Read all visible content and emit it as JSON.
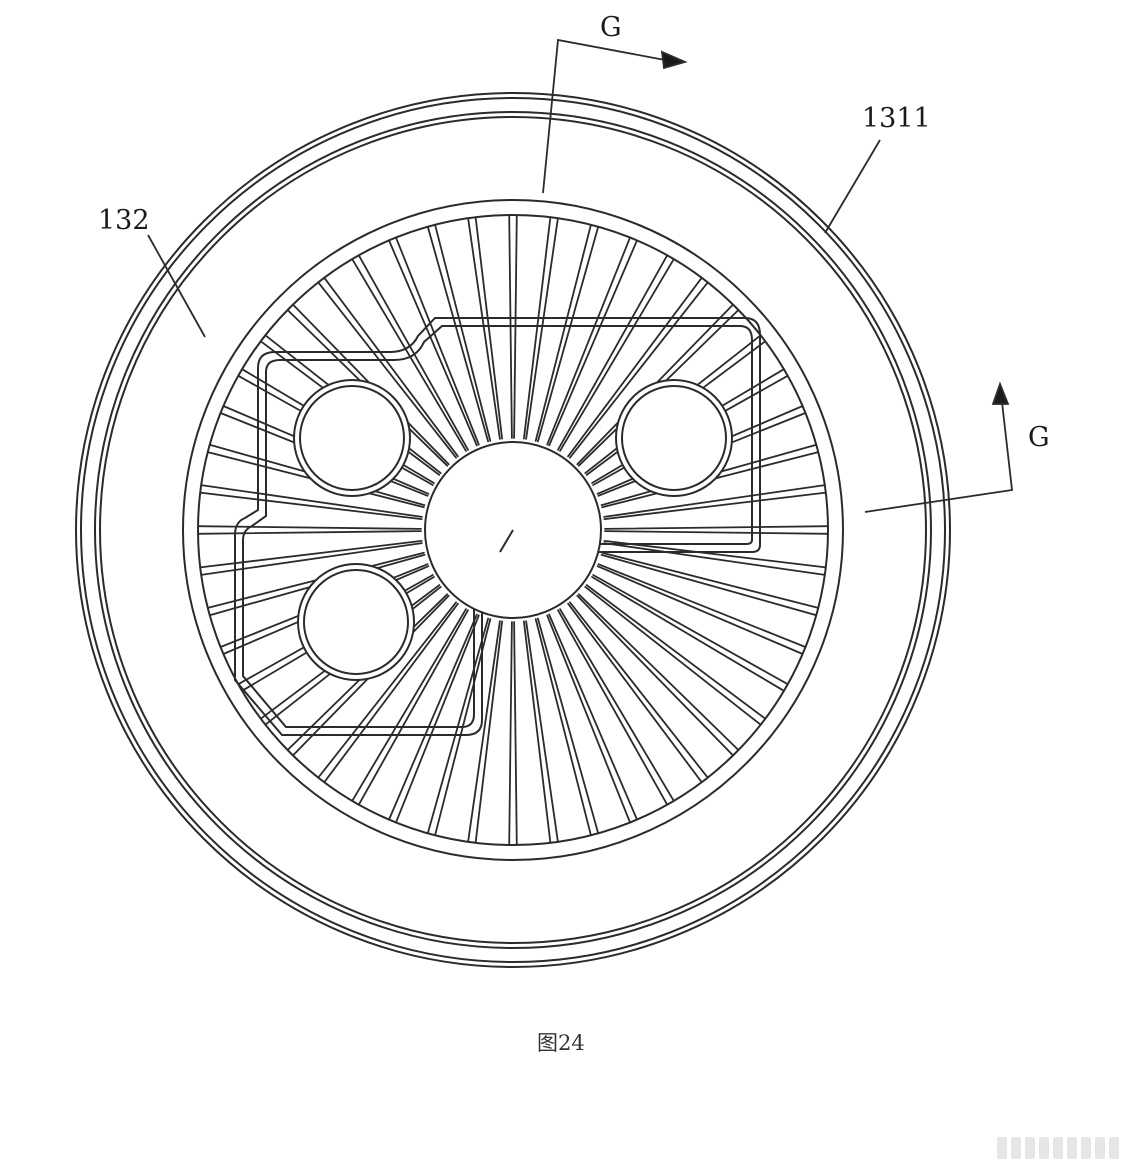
{
  "labels": {
    "section_top": "G",
    "section_right": "G",
    "ref_outer_ring": "1311",
    "ref_annular_region": "132"
  },
  "caption": "图24",
  "colors": {
    "line": "#2b2b2b",
    "background": "#ffffff"
  }
}
